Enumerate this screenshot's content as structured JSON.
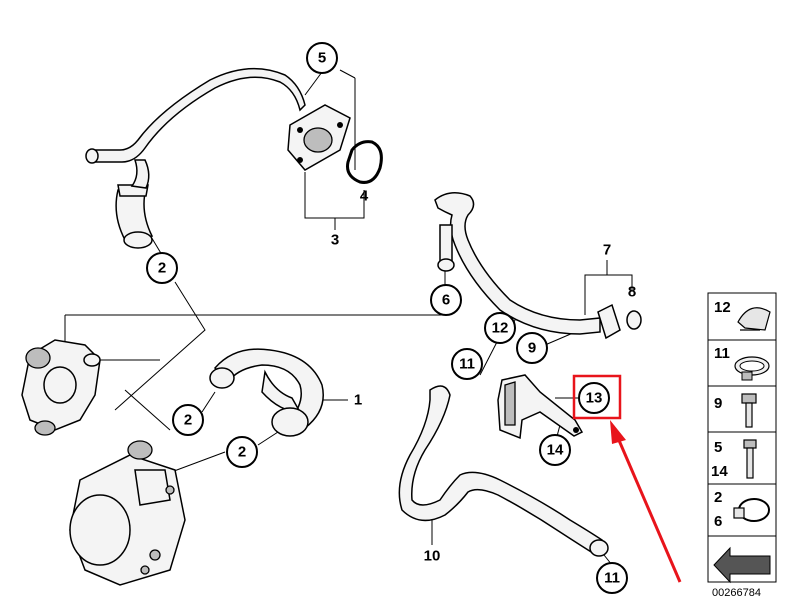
{
  "diagram": {
    "callouts": {
      "c5": "5",
      "c2a": "2",
      "c6": "6",
      "c12": "12",
      "c9": "9",
      "c11a": "11",
      "c2b": "2",
      "c2c": "2",
      "c14": "14",
      "c11b": "11",
      "c13": "13"
    },
    "labels": {
      "l4": "4",
      "l3": "3",
      "l7": "7",
      "l8": "8",
      "l1": "1",
      "l10": "10"
    },
    "highlight_color": "#e8141b"
  },
  "legend": {
    "rows": [
      {
        "top": "12",
        "bottom": "",
        "icon": "half-clamp-icon"
      },
      {
        "top": "11",
        "bottom": "",
        "icon": "hose-clamp-icon"
      },
      {
        "top": "9",
        "bottom": "",
        "icon": "bolt-icon"
      },
      {
        "top": "5",
        "bottom": "14",
        "icon": "screw-icon"
      },
      {
        "top": "2",
        "bottom": "6",
        "icon": "spring-clamp-icon"
      },
      {
        "top": "",
        "bottom": "",
        "icon": "direction-arrow-icon"
      }
    ],
    "ref_code": "00266784"
  }
}
